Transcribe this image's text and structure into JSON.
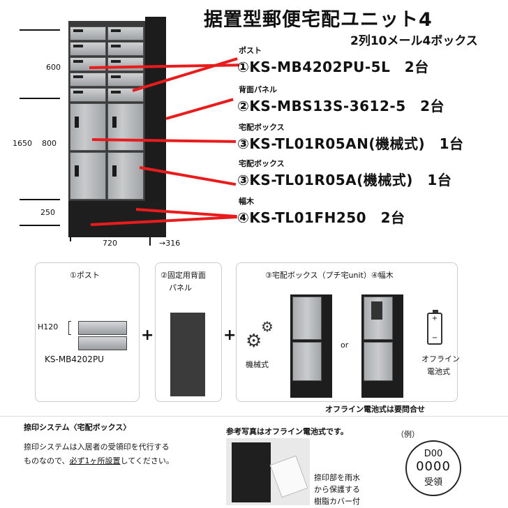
{
  "header": {
    "title": "据置型郵便宅配ユニット4",
    "subtitle": "2列10メール4ボックス"
  },
  "parts": [
    {
      "label": "ポスト",
      "model": "①KS-MB4202PU-5L　2台"
    },
    {
      "label": "背面パネル",
      "model": "②KS-MBS13S-3612-5　2台"
    },
    {
      "label": "宅配ボックス",
      "model": "③KS-TL01R05AN(機械式)　1台"
    },
    {
      "label": "宅配ボックス",
      "model": "③KS-TL01R05A(機械式)　1台"
    },
    {
      "label": "幅木",
      "model": "④KS-TL01FH250　2台"
    }
  ],
  "dimensions": {
    "h600": "600",
    "h1650": "1650",
    "h800": "800",
    "h250": "250",
    "w720": "720",
    "d316": "316"
  },
  "components": {
    "post_title": "①ポスト",
    "post_height": "H120",
    "post_model": "KS-MB4202PU",
    "panel_title_1": "②固定用背面",
    "panel_title_2": "パネル",
    "box_title": "③宅配ボックス（プチ宅unit）④幅木",
    "mechanical": "機械式",
    "or": "or",
    "offline_1": "オフライン",
    "offline_2": "電池式",
    "offline_note": "オフライン電池式は要問合せ",
    "plus": "+"
  },
  "stamp_system": {
    "title": "捺印システム〈宅配ボックス〉",
    "line1": "捺印システムは入居者の受領印を代行する",
    "line2_a": "ものなので、",
    "line2_b": "必ず1ヶ所設置",
    "line2_c": "してください。",
    "photo_note": "参考写真はオフライン電池式です。",
    "caption1": "捺印部を雨水",
    "caption2": "から保護する",
    "caption3": "樹脂カバー付",
    "example": "（例）",
    "stamp_code": "D00",
    "stamp_number": "0000",
    "stamp_text": "受領"
  },
  "colors": {
    "accent_red": "#e81c1c",
    "panel_dark": "#2a2a2a",
    "door_silver": "#b5b8bb"
  }
}
